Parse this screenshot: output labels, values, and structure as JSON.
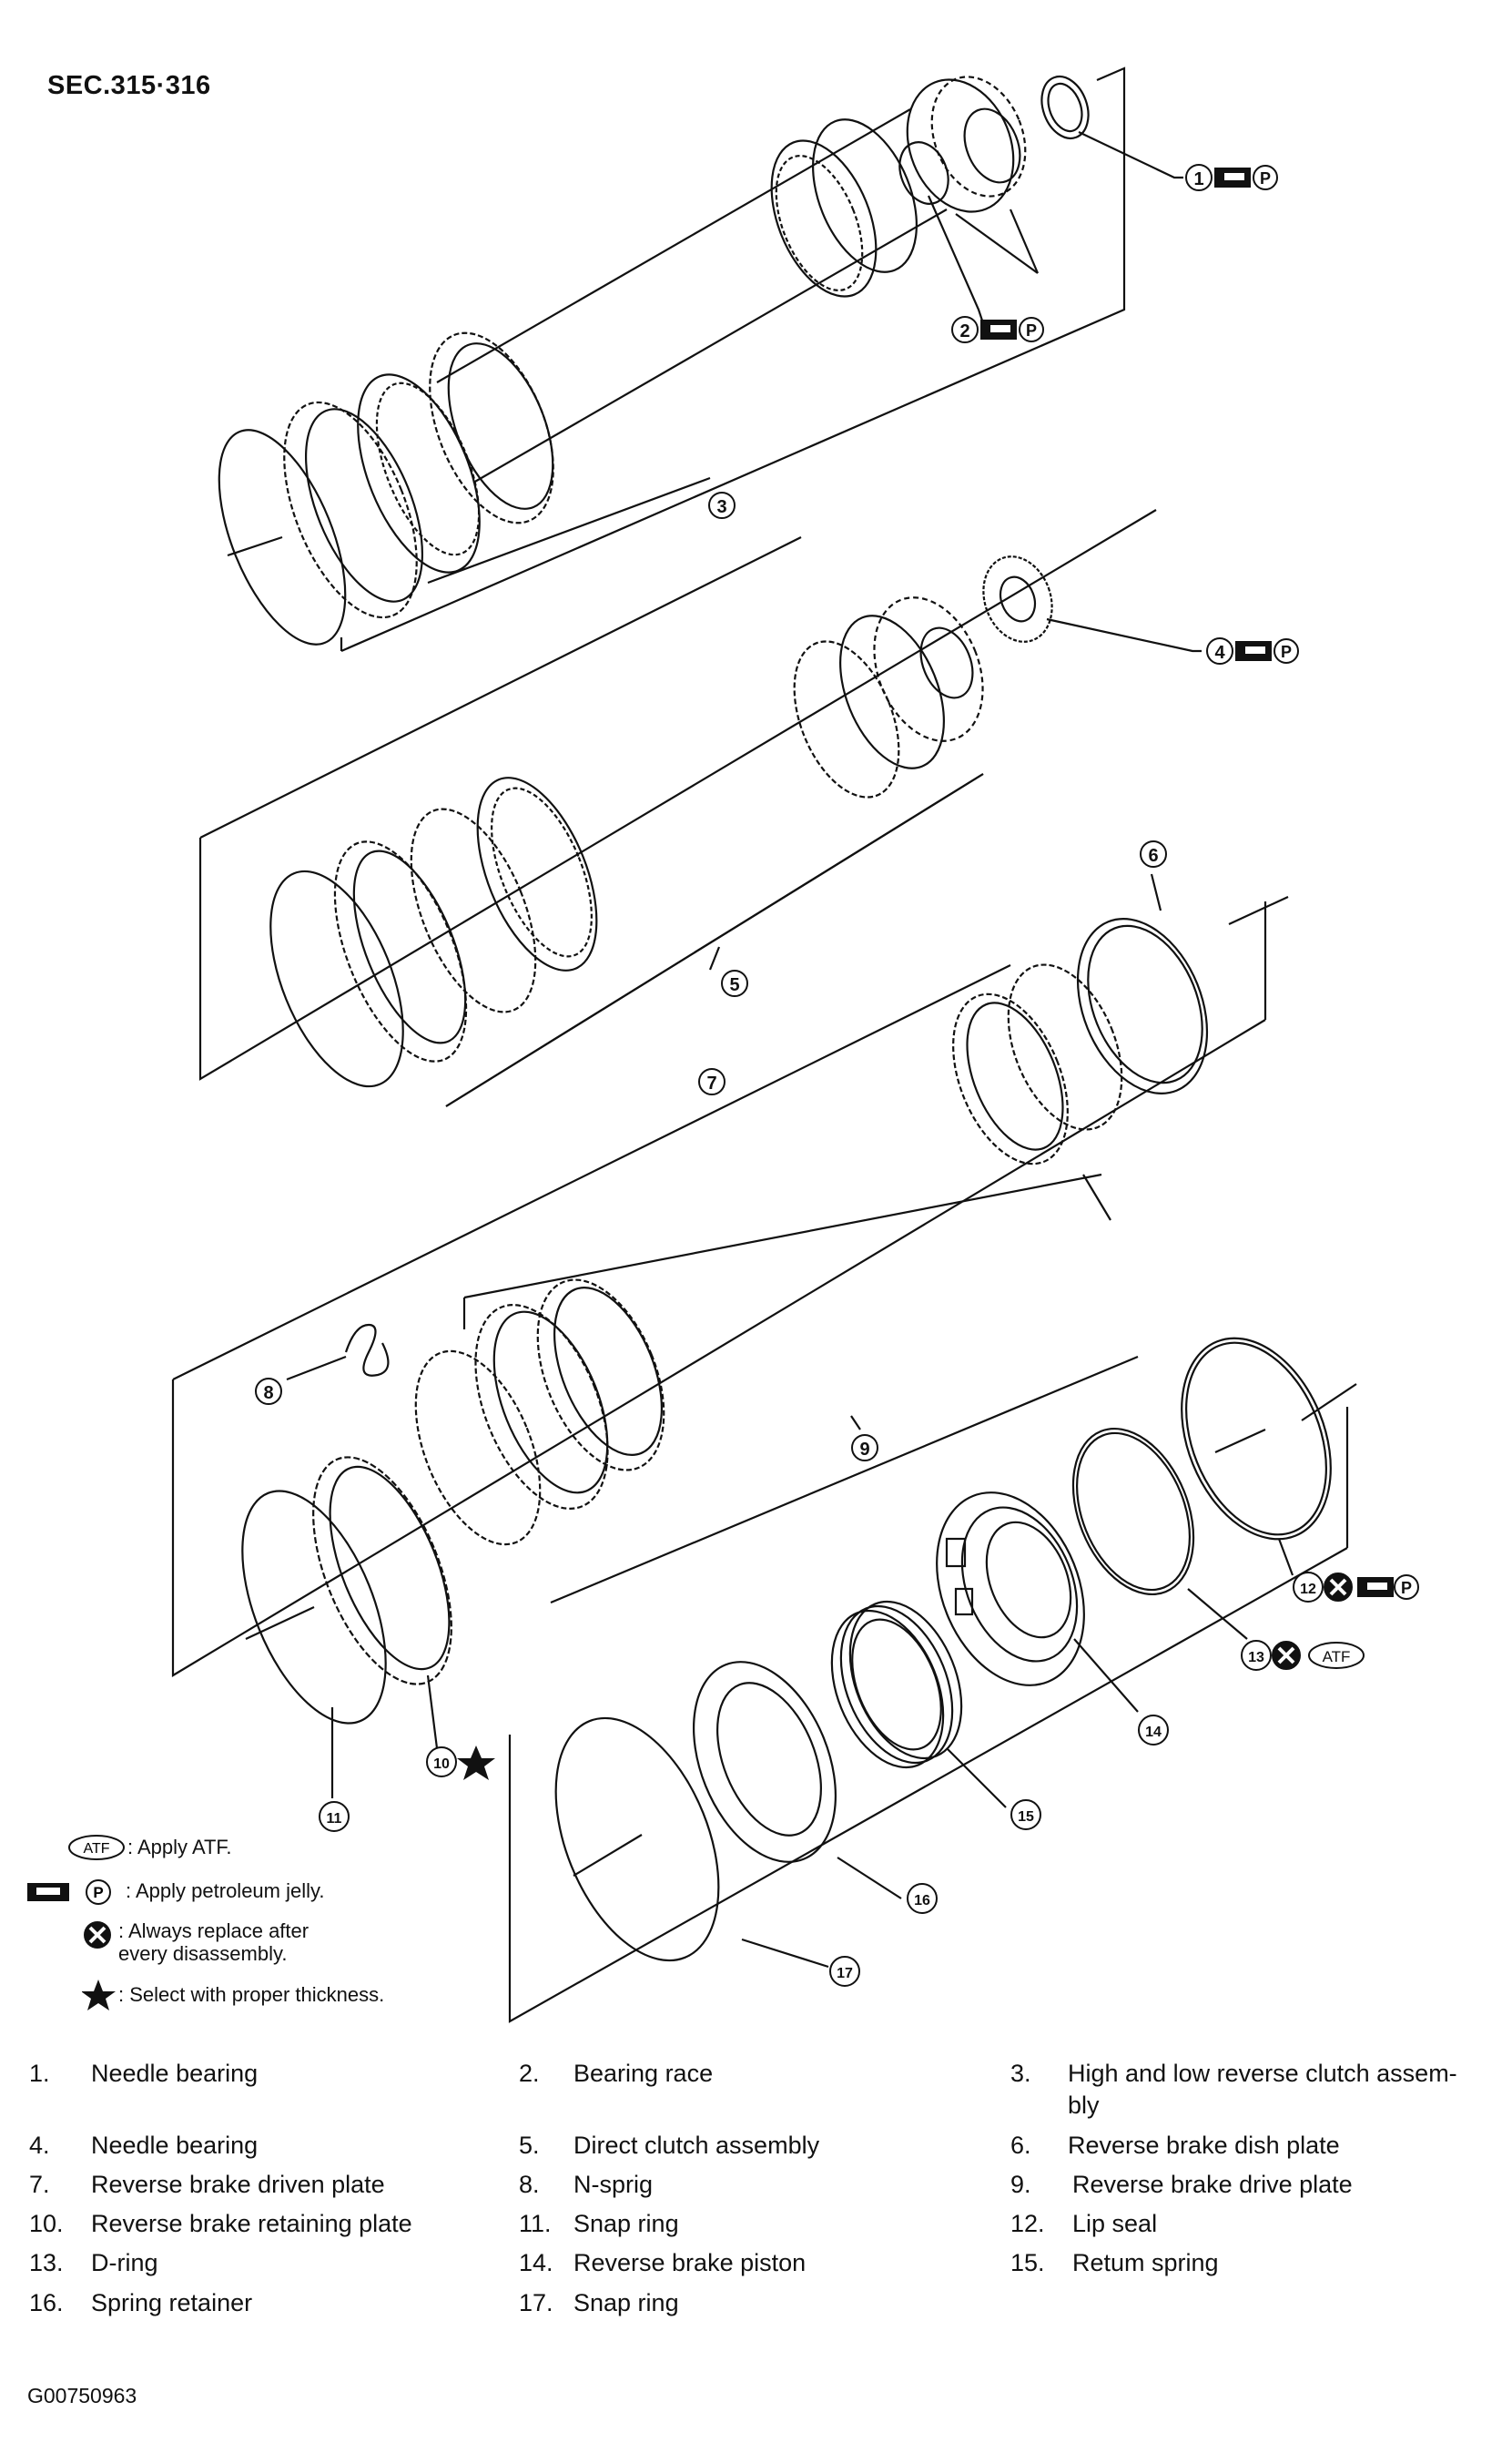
{
  "section": "SEC.315·316",
  "callouts": [
    {
      "num": "1",
      "symbols": [
        "jelly-tube-icon",
        "petroleum-jelly-icon"
      ]
    },
    {
      "num": "2",
      "symbols": [
        "jelly-tube-icon",
        "petroleum-jelly-icon"
      ]
    },
    {
      "num": "3",
      "symbols": []
    },
    {
      "num": "4",
      "symbols": [
        "jelly-tube-icon",
        "petroleum-jelly-icon"
      ]
    },
    {
      "num": "5",
      "symbols": []
    },
    {
      "num": "6",
      "symbols": []
    },
    {
      "num": "7",
      "symbols": []
    },
    {
      "num": "8",
      "symbols": []
    },
    {
      "num": "9",
      "symbols": []
    },
    {
      "num": "10",
      "symbols": [
        "star-icon"
      ]
    },
    {
      "num": "11",
      "symbols": []
    },
    {
      "num": "12",
      "symbols": [
        "replace-icon",
        "jelly-tube-icon",
        "petroleum-jelly-icon"
      ]
    },
    {
      "num": "13",
      "symbols": [
        "replace-icon",
        "atf-icon"
      ]
    },
    {
      "num": "14",
      "symbols": []
    },
    {
      "num": "15",
      "symbols": []
    },
    {
      "num": "16",
      "symbols": []
    },
    {
      "num": "17",
      "symbols": []
    }
  ],
  "symbol_text": {
    "atf": "ATF",
    "p": "P"
  },
  "legend": [
    {
      "icon": "atf-icon",
      "text": ": Apply ATF."
    },
    {
      "icon": "petroleum-jelly-icon",
      "text": ": Apply petroleum jelly."
    },
    {
      "icon": "replace-icon",
      "text": ": Always replace after\nevery disassembly."
    },
    {
      "icon": "star-icon",
      "text": ": Select with proper thickness."
    }
  ],
  "parts": [
    {
      "num": "1.",
      "name": "Needle bearing"
    },
    {
      "num": "2.",
      "name": "Bearing race"
    },
    {
      "num": "3.",
      "name": "High and low reverse clutch assem-\nbly"
    },
    {
      "num": "4.",
      "name": "Needle bearing"
    },
    {
      "num": "5.",
      "name": "Direct clutch assembly"
    },
    {
      "num": "6.",
      "name": "Reverse brake dish plate"
    },
    {
      "num": "7.",
      "name": "Reverse brake driven plate"
    },
    {
      "num": "8.",
      "name": "N-sprig"
    },
    {
      "num": "9.",
      "name": "Reverse brake drive plate"
    },
    {
      "num": "10.",
      "name": "Reverse brake retaining plate"
    },
    {
      "num": "11.",
      "name": "Snap ring"
    },
    {
      "num": "12.",
      "name": "Lip seal"
    },
    {
      "num": "13.",
      "name": "D-ring"
    },
    {
      "num": "14.",
      "name": "Reverse brake piston"
    },
    {
      "num": "15.",
      "name": "Retum spring"
    },
    {
      "num": "16.",
      "name": "Spring retainer"
    },
    {
      "num": "17.",
      "name": "Snap ring"
    }
  ],
  "figure_code": "G00750963",
  "colors": {
    "ink": "#111111",
    "background": "#ffffff"
  }
}
